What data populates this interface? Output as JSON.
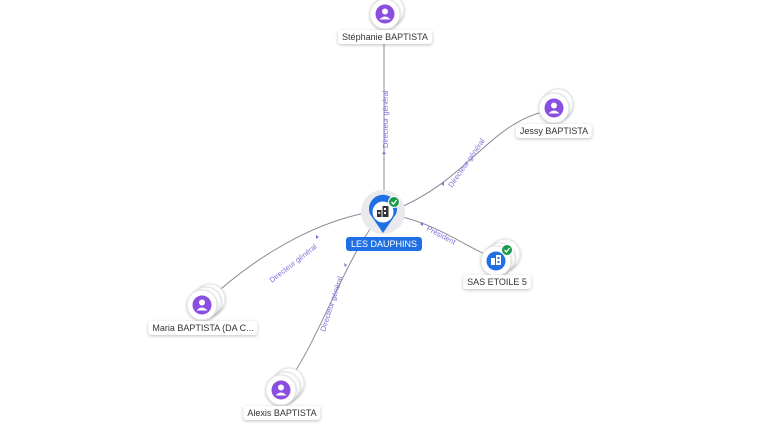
{
  "diagram": {
    "center": {
      "label": "LES DAUPHINS",
      "icon": "company-building-icon",
      "badge": "verified-check-icon"
    },
    "nodes": [
      {
        "id": "stephanie",
        "label": "Stéphanie BAPTISTA",
        "icon": "person-icon",
        "type": "person"
      },
      {
        "id": "jessy",
        "label": "Jessy BAPTISTA",
        "icon": "person-icon",
        "type": "person"
      },
      {
        "id": "etoile",
        "label": "SAS ETOILE 5",
        "icon": "company-building-icon",
        "type": "company",
        "badge": "verified-check-icon"
      },
      {
        "id": "maria",
        "label": "Maria BAPTISTA (DA C...",
        "icon": "person-icon",
        "type": "person"
      },
      {
        "id": "alexis",
        "label": "Alexis BAPTISTA",
        "icon": "person-icon",
        "type": "person"
      }
    ],
    "edges": [
      {
        "to": "stephanie",
        "label": "Directeur général"
      },
      {
        "to": "jessy",
        "label": "Directeur général"
      },
      {
        "to": "etoile",
        "label": "Président"
      },
      {
        "to": "maria",
        "label": "Directeur général"
      },
      {
        "to": "alexis",
        "label": "Directeur général"
      }
    ],
    "colors": {
      "person": "#8a4ee0",
      "company": "#1f6fe5",
      "verified": "#1c9a4a",
      "edge_label": "#7e73d8",
      "edge": "#8b8b99"
    }
  }
}
